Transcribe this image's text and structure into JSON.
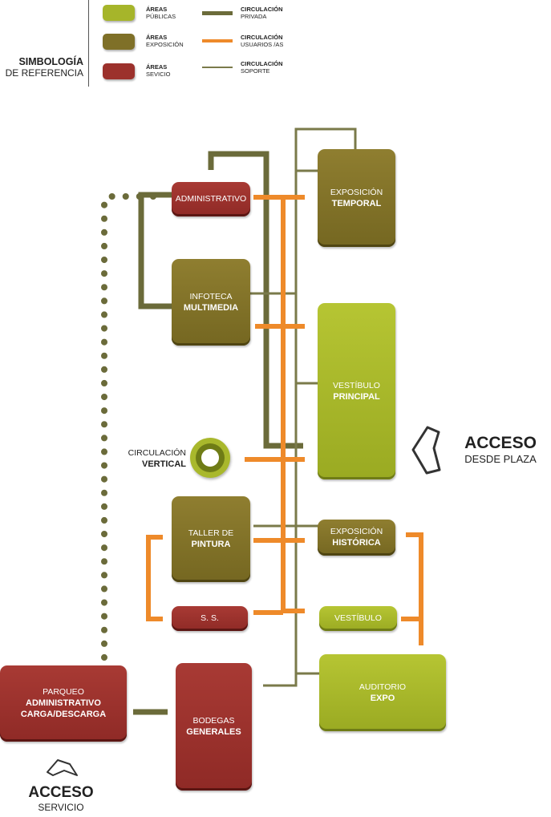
{
  "legend": {
    "title": "SIMBOLOGÍA",
    "subtitle": "DE REFERENCIA",
    "areas": [
      {
        "line1": "ÁREAS",
        "line2": "PÚBLICAS",
        "color": "#a6b52a"
      },
      {
        "line1": "ÁREAS",
        "line2": "EXPOSICIÓN",
        "color": "#7f7028"
      },
      {
        "line1": "ÁREAS",
        "line2": "SEVICIO",
        "color": "#9c312c"
      }
    ],
    "circulations": [
      {
        "line1": "CIRCULACIÓN",
        "line2": "PRIVADA",
        "color": "#6b6b3a"
      },
      {
        "line1": "CIRCULACIÓN",
        "line2": "USUARIOS /AS",
        "color": "#ee8a2a"
      },
      {
        "line1": "CIRCULACIÓN",
        "line2": "SOPORTE",
        "color": "#7a7a4a"
      }
    ]
  },
  "nodes": {
    "administrativo": {
      "line1": "ADMINISTRATIVO",
      "line2": ""
    },
    "infoteca": {
      "line1": "INFOTECA",
      "line2": "MULTIMEDIA"
    },
    "expo_temporal": {
      "line1": "EXPOSICIÓN",
      "line2": "TEMPORAL"
    },
    "vestibulo_principal": {
      "line1": "VESTÍBULO",
      "line2": "PRINCIPAL"
    },
    "circ_vertical": {
      "line1": "CIRCULACIÓN",
      "line2": "VERTICAL"
    },
    "taller": {
      "line1": "TALLER DE",
      "line2": "PINTURA"
    },
    "expo_historica": {
      "line1": "EXPOSICIÓN",
      "line2": "HISTÓRICA"
    },
    "ss": {
      "line1": "S. S."
    },
    "vestibulo": {
      "line1": "VESTÍBULO"
    },
    "parqueo": {
      "line1": "PARQUEO",
      "line2": "ADMINISTRATIVO",
      "line3": "CARGA/DESCARGA"
    },
    "bodegas": {
      "line1": "BODEGAS",
      "line2": "GENERALES"
    },
    "auditorio": {
      "line1": "AUDITORIO",
      "line2": "EXPO"
    }
  },
  "access": {
    "plaza": {
      "title": "ACCESO",
      "sub": "DESDE PLAZA"
    },
    "servicio": {
      "title": "ACCESO",
      "sub": "SERVICIO"
    }
  },
  "colors": {
    "privada": "#6b6b3a",
    "usuarios": "#ee8a2a",
    "soporte": "#7a7a4a"
  }
}
